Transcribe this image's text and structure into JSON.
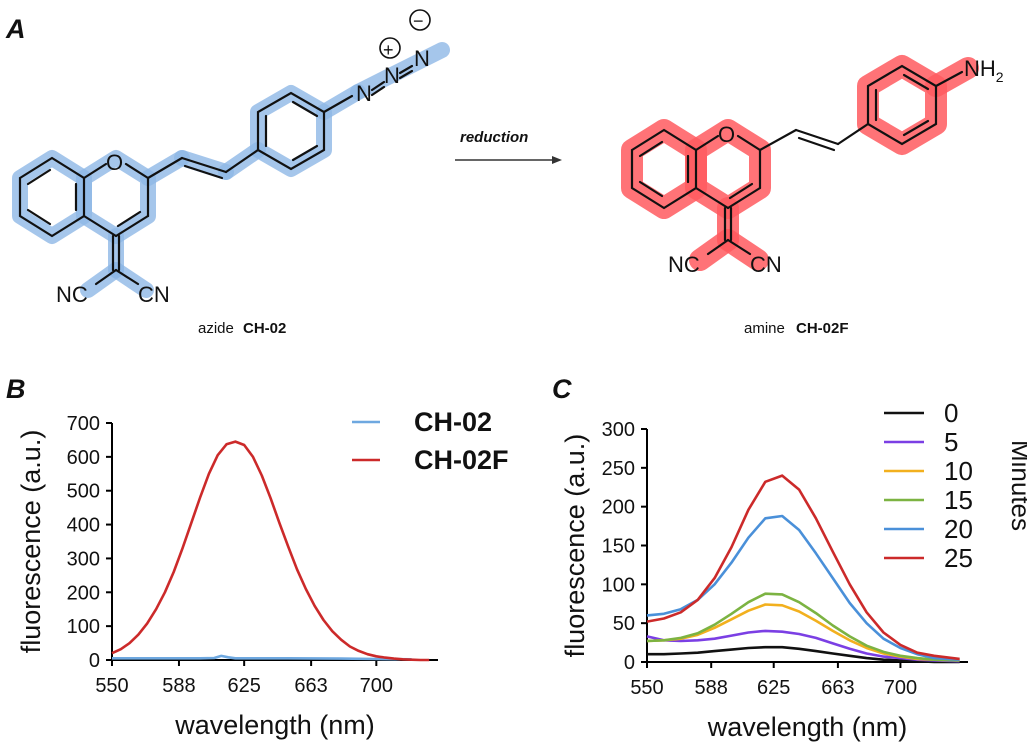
{
  "panels": {
    "A": "A",
    "B": "B",
    "C": "C"
  },
  "scheme": {
    "reaction_label": "reduction",
    "left_caption_prefix": "azide",
    "left_caption_name": "CH-02",
    "right_caption_prefix": "amine",
    "right_caption_name": "CH-02F",
    "atoms": {
      "oxygen": "O",
      "n": "N",
      "nh2": "NH",
      "nh2_sub": "2",
      "nc": "NC",
      "cn": "CN",
      "plus": "+",
      "minus": "−"
    },
    "colors": {
      "azide_glow": "#8fb8e6",
      "amine_glow": "#ff5a5f"
    }
  },
  "chart_data": [
    {
      "type": "line",
      "panel": "B",
      "xlabel": "wavelength (nm)",
      "ylabel": "fluorescence (a.u.)",
      "xlim": [
        550,
        735
      ],
      "ylim": [
        0,
        700
      ],
      "xticks": [
        550,
        588,
        625,
        663,
        700
      ],
      "yticks": [
        0,
        100,
        200,
        300,
        400,
        500,
        600,
        700
      ],
      "legend_position": "top-right",
      "series": [
        {
          "name": "CH-02",
          "color": "#6ea8e0",
          "x": [
            550,
            570,
            590,
            600,
            608,
            612,
            616,
            620,
            630,
            650,
            680,
            700,
            720
          ],
          "y": [
            5,
            5,
            5,
            5,
            6,
            12,
            8,
            5,
            5,
            5,
            4,
            3,
            2
          ]
        },
        {
          "name": "CH-02F",
          "color": "#cc2a2a",
          "x": [
            550,
            555,
            560,
            565,
            570,
            575,
            580,
            585,
            590,
            595,
            600,
            605,
            610,
            615,
            620,
            625,
            630,
            635,
            640,
            645,
            650,
            655,
            660,
            665,
            670,
            675,
            680,
            685,
            690,
            695,
            700,
            705,
            710,
            715,
            720,
            725,
            730
          ],
          "y": [
            20,
            32,
            50,
            75,
            108,
            150,
            200,
            260,
            330,
            405,
            480,
            550,
            605,
            637,
            645,
            635,
            600,
            545,
            478,
            405,
            335,
            268,
            210,
            160,
            118,
            85,
            60,
            40,
            27,
            17,
            11,
            7,
            4,
            2,
            1,
            0,
            0
          ]
        }
      ]
    },
    {
      "type": "line",
      "panel": "C",
      "xlabel": "wavelength (nm)",
      "ylabel": "fluorescence (a.u.)",
      "legend_title": "Minutes",
      "xlim": [
        550,
        740
      ],
      "ylim": [
        0,
        300
      ],
      "xticks": [
        550,
        588,
        625,
        663,
        700
      ],
      "yticks": [
        0,
        50,
        100,
        150,
        200,
        250,
        300
      ],
      "legend_position": "top-right",
      "series": [
        {
          "name": "0",
          "color": "#111111",
          "x": [
            550,
            560,
            570,
            580,
            590,
            600,
            610,
            620,
            630,
            640,
            650,
            660,
            670,
            680,
            690,
            700,
            710,
            720,
            735
          ],
          "y": [
            10,
            10,
            11,
            12,
            14,
            16,
            18,
            19,
            19,
            17,
            14,
            11,
            8,
            5,
            3,
            2,
            1,
            0,
            0
          ]
        },
        {
          "name": "5",
          "color": "#7b3fe4",
          "x": [
            550,
            560,
            570,
            580,
            590,
            600,
            610,
            620,
            630,
            640,
            650,
            660,
            670,
            680,
            690,
            700,
            710,
            720,
            735
          ],
          "y": [
            33,
            28,
            27,
            28,
            30,
            34,
            38,
            40,
            39,
            36,
            31,
            24,
            17,
            11,
            7,
            5,
            3,
            2,
            1
          ]
        },
        {
          "name": "10",
          "color": "#f2b01e",
          "x": [
            550,
            560,
            570,
            580,
            590,
            600,
            610,
            620,
            630,
            640,
            650,
            660,
            670,
            680,
            690,
            700,
            710,
            720,
            735
          ],
          "y": [
            27,
            28,
            30,
            35,
            44,
            55,
            66,
            74,
            73,
            65,
            53,
            40,
            28,
            18,
            11,
            7,
            4,
            3,
            2
          ]
        },
        {
          "name": "15",
          "color": "#7cb342",
          "x": [
            550,
            560,
            570,
            580,
            590,
            600,
            610,
            620,
            630,
            640,
            650,
            660,
            670,
            680,
            690,
            700,
            710,
            720,
            735
          ],
          "y": [
            27,
            28,
            31,
            37,
            48,
            62,
            77,
            88,
            87,
            77,
            63,
            47,
            33,
            21,
            13,
            8,
            5,
            3,
            2
          ]
        },
        {
          "name": "20",
          "color": "#4a90d9",
          "x": [
            550,
            560,
            570,
            580,
            590,
            600,
            610,
            620,
            630,
            640,
            650,
            660,
            670,
            680,
            690,
            700,
            710,
            720,
            735
          ],
          "y": [
            60,
            62,
            68,
            80,
            100,
            128,
            160,
            185,
            188,
            170,
            140,
            108,
            76,
            50,
            30,
            18,
            10,
            5,
            3
          ]
        },
        {
          "name": "25",
          "color": "#cc2a2a",
          "x": [
            550,
            560,
            570,
            580,
            590,
            600,
            610,
            620,
            630,
            640,
            650,
            660,
            670,
            680,
            690,
            700,
            710,
            720,
            735
          ],
          "y": [
            52,
            56,
            64,
            80,
            108,
            148,
            196,
            232,
            240,
            222,
            185,
            142,
            100,
            64,
            38,
            22,
            12,
            8,
            4
          ]
        }
      ]
    }
  ]
}
